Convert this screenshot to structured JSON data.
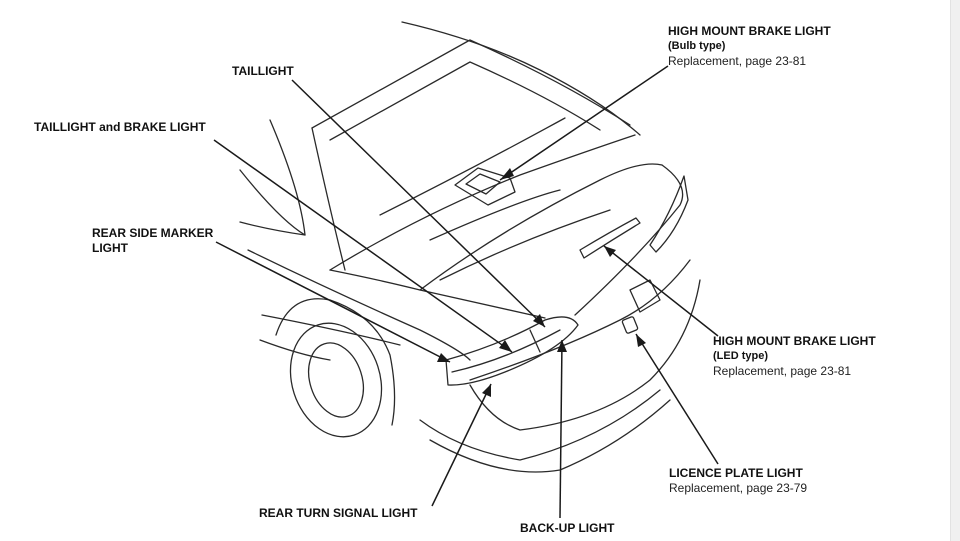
{
  "labels": {
    "high_mount_bulb": {
      "title": "HIGH MOUNT BRAKE LIGHT",
      "subtitle": "(Bulb type)",
      "ref": "Replacement, page 23-81"
    },
    "taillight": {
      "title": "TAILLIGHT"
    },
    "taillight_brake": {
      "title": "TAILLIGHT and BRAKE LIGHT"
    },
    "rear_side_marker": {
      "title": "REAR SIDE MARKER",
      "title2": "LIGHT"
    },
    "high_mount_led": {
      "title": "HIGH MOUNT BRAKE LIGHT",
      "subtitle": "(LED type)",
      "ref": "Replacement, page 23-81"
    },
    "licence_plate": {
      "title": "LICENCE PLATE LIGHT",
      "ref": "Replacement, page 23-79"
    },
    "rear_turn_signal": {
      "title": "REAR TURN SIGNAL LIGHT"
    },
    "back_up": {
      "title": "BACK-UP LIGHT"
    }
  },
  "colors": {
    "line": "#222222",
    "background": "#ffffff"
  }
}
